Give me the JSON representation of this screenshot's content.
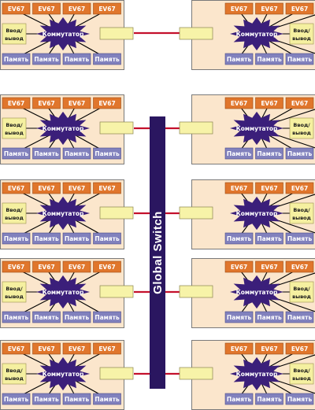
{
  "node": {
    "cpu_labels": [
      "EV67",
      "EV67",
      "EV67",
      "EV67"
    ],
    "io_label_line1": "Ввод/",
    "io_label_line2": "вывод",
    "switch_label": "Коммутатор",
    "memory_labels": [
      "Память",
      "Память",
      "Память",
      "Память"
    ]
  },
  "global_switch": {
    "label": "Global Switch"
  },
  "colors": {
    "node_fill": "#fbe6cc",
    "node_border": "#7a7a7a",
    "cpu": "#e0762c",
    "memory": "#8181bd",
    "io": "#f5f0a0",
    "switch": "#3b1f7a",
    "port": "#f7f3a8",
    "link": "#c4102c",
    "global_switch": "#2a1660",
    "spoke": "#000000"
  }
}
